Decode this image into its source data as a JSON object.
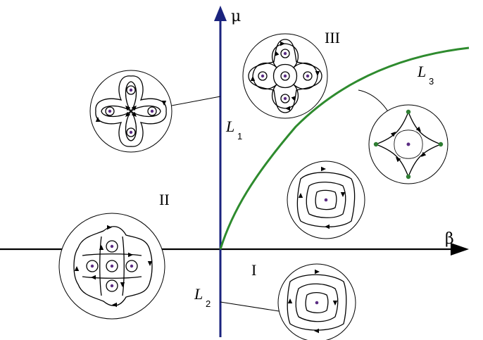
{
  "axes": {
    "x_label": "β",
    "y_label": "μ",
    "x_color": "#000000",
    "y_color": "#1a237e"
  },
  "curves": {
    "L1": {
      "main": "L",
      "sub": "1"
    },
    "L2": {
      "main": "L",
      "sub": "2"
    },
    "L3": {
      "main": "L",
      "sub": "3",
      "color": "#2e8b2e"
    }
  },
  "regions": {
    "I": "I",
    "II": "II",
    "III": "III"
  },
  "colors": {
    "center_point": "#5b2c83",
    "saddle_point": "#2e7d32",
    "stroke": "#000000"
  }
}
